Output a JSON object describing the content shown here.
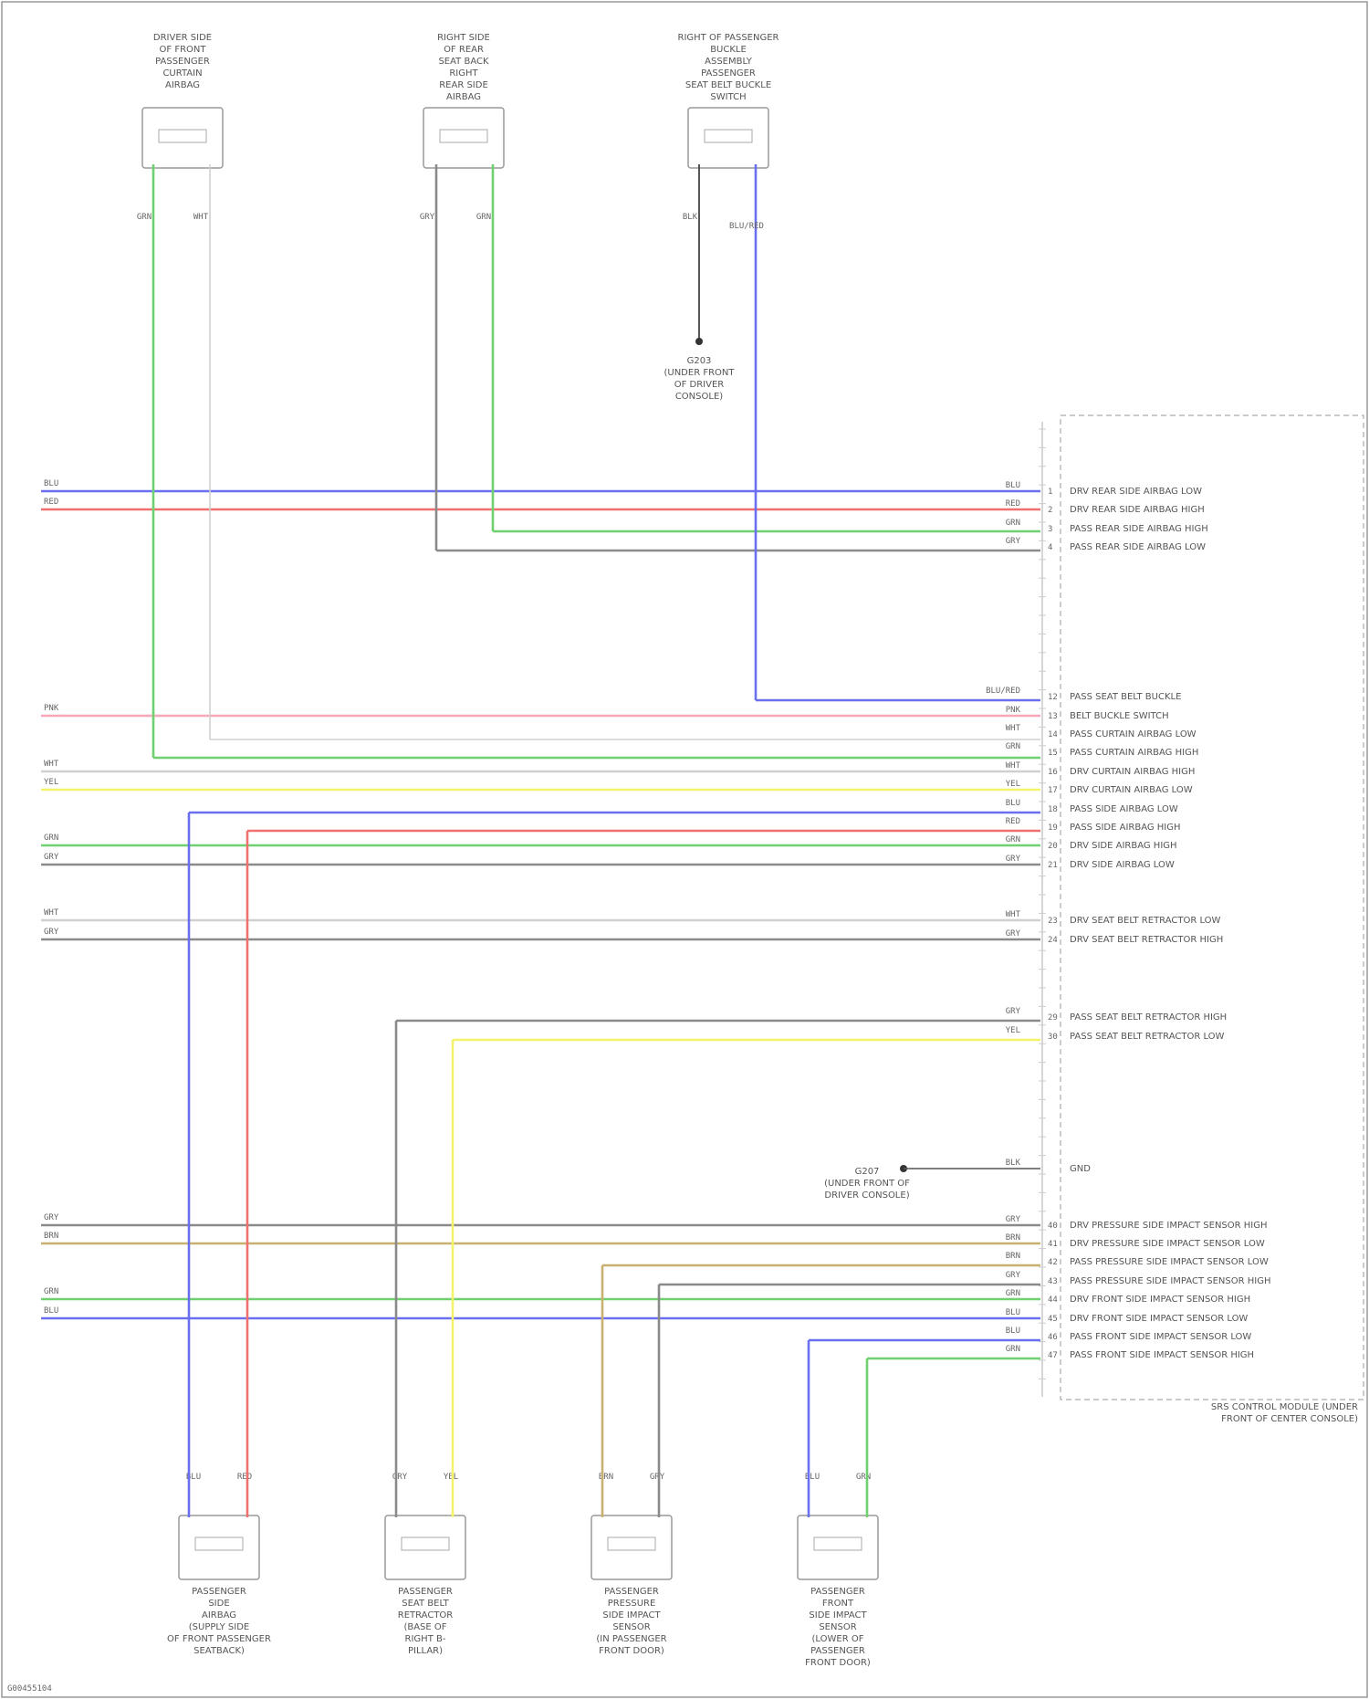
{
  "diagram": {
    "top_components": [
      {
        "id": "c1",
        "label": [
          "DRIVER SIDE",
          "OF FRONT",
          "PASSENGER",
          "CURTAIN",
          "AIRBAG"
        ],
        "pin_wires": [
          "GRN",
          "WHT"
        ]
      },
      {
        "id": "c2",
        "label": [
          "RIGHT SIDE",
          "OF REAR",
          "SEAT BACK",
          "RIGHT",
          "REAR SIDE",
          "AIRBAG"
        ],
        "pin_wires": [
          "GRY",
          "GRN"
        ]
      },
      {
        "id": "c3",
        "label": [
          "RIGHT OF PASSENGER",
          "BUCKLE",
          "ASSEMBLY",
          "PASSENGER",
          "SEAT BELT BUCKLE",
          "SWITCH"
        ],
        "pin_wires": [
          "BLK",
          "BLU/RED"
        ]
      }
    ],
    "ground_top": [
      "G203",
      "(UNDER FRONT",
      "OF DRIVER",
      "CONSOLE)"
    ],
    "ground_mid": [
      "G207",
      "(UNDER FRONT OF",
      "DRIVER CONSOLE)"
    ],
    "ground_mid_wire": "BLK",
    "ground_mid_sig": "GND",
    "bottom_components": [
      {
        "id": "b1",
        "label": [
          "PASSENGER",
          "SIDE",
          "AIRBAG",
          "(SUPPLY SIDE",
          "OF FRONT PASSENGER",
          "SEATBACK)"
        ],
        "pin_wires": [
          "BLU",
          "RED"
        ]
      },
      {
        "id": "b2",
        "label": [
          "PASSENGER",
          "SEAT BELT",
          "RETRACTOR",
          "(BASE OF",
          "RIGHT B-",
          "PILLAR)"
        ],
        "pin_wires": [
          "GRY",
          "YEL"
        ]
      },
      {
        "id": "b3",
        "label": [
          "PASSENGER",
          "PRESSURE",
          "SIDE IMPACT",
          "SENSOR",
          "(IN PASSENGER",
          "FRONT DOOR)"
        ],
        "pin_wires": [
          "BRN",
          "GRY"
        ]
      },
      {
        "id": "b4",
        "label": [
          "PASSENGER",
          "FRONT",
          "SIDE IMPACT",
          "SENSOR",
          "(LOWER OF",
          "PASSENGER",
          "FRONT DOOR)"
        ],
        "pin_wires": [
          "BLU",
          "GRN"
        ]
      }
    ],
    "module_label": [
      "SRS CONTROL MODULE (UNDER",
      "FRONT OF CENTER CONSOLE)"
    ],
    "rows": [
      {
        "pin": "1",
        "left": "BLU",
        "right": "BLU",
        "signal": "DRV REAR SIDE AIRBAG LOW"
      },
      {
        "pin": "2",
        "left": "RED",
        "right": "RED",
        "signal": "DRV REAR SIDE AIRBAG HIGH"
      },
      {
        "pin": "3",
        "left": "",
        "right": "GRN",
        "signal": "PASS REAR SIDE AIRBAG HIGH"
      },
      {
        "pin": "4",
        "left": "",
        "right": "GRY",
        "signal": "PASS REAR SIDE AIRBAG LOW"
      },
      {
        "pin": "12",
        "left": "",
        "right": "BLU/RED",
        "signal": "PASS SEAT BELT BUCKLE"
      },
      {
        "pin": "13",
        "left": "PNK",
        "right": "PNK",
        "signal": "BELT BUCKLE SWITCH"
      },
      {
        "pin": "14",
        "left": "",
        "right": "WHT",
        "signal": "PASS CURTAIN AIRBAG LOW"
      },
      {
        "pin": "15",
        "left": "",
        "right": "GRN",
        "signal": "PASS CURTAIN AIRBAG HIGH"
      },
      {
        "pin": "16",
        "left": "WHT",
        "right": "WHT",
        "signal": "DRV CURTAIN AIRBAG HIGH"
      },
      {
        "pin": "17",
        "left": "YEL",
        "right": "YEL",
        "signal": "DRV CURTAIN AIRBAG LOW"
      },
      {
        "pin": "18",
        "left": "",
        "right": "BLU",
        "signal": "PASS SIDE AIRBAG LOW"
      },
      {
        "pin": "19",
        "left": "",
        "right": "RED",
        "signal": "PASS SIDE AIRBAG HIGH"
      },
      {
        "pin": "20",
        "left": "GRN",
        "right": "GRN",
        "signal": "DRV SIDE AIRBAG HIGH"
      },
      {
        "pin": "21",
        "left": "GRY",
        "right": "GRY",
        "signal": "DRV SIDE AIRBAG LOW"
      },
      {
        "pin": "23",
        "left": "WHT",
        "right": "WHT",
        "signal": "DRV SEAT BELT RETRACTOR LOW"
      },
      {
        "pin": "24",
        "left": "GRY",
        "right": "GRY",
        "signal": "DRV SEAT BELT RETRACTOR HIGH"
      },
      {
        "pin": "29",
        "left": "",
        "right": "GRY",
        "signal": "PASS SEAT BELT RETRACTOR HIGH"
      },
      {
        "pin": "30",
        "left": "",
        "right": "YEL",
        "signal": "PASS SEAT BELT RETRACTOR LOW"
      },
      {
        "pin": "40",
        "left": "GRY",
        "right": "GRY",
        "signal": "DRV PRESSURE SIDE IMPACT SENSOR HIGH"
      },
      {
        "pin": "41",
        "left": "BRN",
        "right": "BRN",
        "signal": "DRV PRESSURE SIDE IMPACT SENSOR LOW"
      },
      {
        "pin": "42",
        "left": "",
        "right": "BRN",
        "signal": "PASS PRESSURE SIDE IMPACT SENSOR LOW"
      },
      {
        "pin": "43",
        "left": "",
        "right": "GRY",
        "signal": "PASS PRESSURE SIDE IMPACT SENSOR HIGH"
      },
      {
        "pin": "44",
        "left": "GRN",
        "right": "GRN",
        "signal": "DRV FRONT SIDE IMPACT SENSOR HIGH"
      },
      {
        "pin": "45",
        "left": "BLU",
        "right": "BLU",
        "signal": "DRV FRONT SIDE IMPACT SENSOR LOW"
      },
      {
        "pin": "46",
        "left": "",
        "right": "BLU",
        "signal": "PASS FRONT SIDE IMPACT SENSOR LOW"
      },
      {
        "pin": "47",
        "left": "",
        "right": "GRN",
        "signal": "PASS FRONT SIDE IMPACT SENSOR HIGH"
      }
    ],
    "footer": "G00455104"
  }
}
